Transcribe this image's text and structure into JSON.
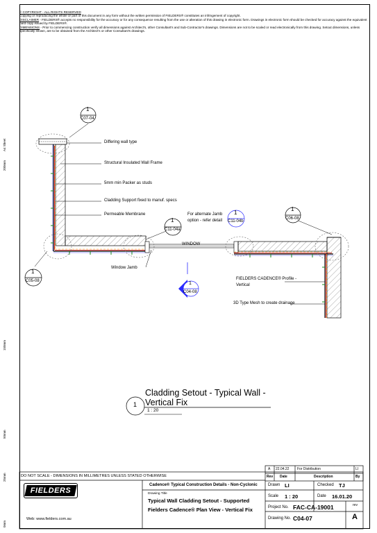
{
  "header": {
    "copyright_title": "© COPYRIGHT - ALL RIGHTS RESERVED",
    "copyright_text": "Copying or reproducing the whole or part of this document in any form without the written permission of FIELDERS® constitutes an infringement of copyright.",
    "disclaimer_title": "DISCLAIMER",
    "disclaimer_text": " - FIELDERS® accepts no responsibility for the accuracy or for any consequence resulting from the use or alteration of this drawing in electronic form.  Drawings in electronic form should be checked for accuracy against the equivalent hard copy issued by FIELDERS®.",
    "dimensions_title": "DIMENSIONS",
    "dimensions_text": " - Prior to commencing construction verify all dimensions against Architect's, other Consultant's and Sub-Contractor's drawings. Dimensions are not to be scaled or read electronically from this drawing. Setout dimensions, unless specifically shown, are to be obtained from the Architect's or other Consultant's drawings."
  },
  "ruler": {
    "sheet": "A4 Sheet",
    "m200": "200mm",
    "m150": "150mm",
    "m50": "50mm",
    "m25": "25mm",
    "m0": "0mm"
  },
  "callouts": {
    "c1": {
      "num": "1",
      "ref": "C07-04"
    },
    "c2": {
      "num": "1",
      "ref": "C11-04a"
    },
    "c3": {
      "num": "1",
      "ref": "C11-04b"
    },
    "c4": {
      "num": "1",
      "ref": "C06-08"
    },
    "c5": {
      "num": "1",
      "ref": "C05-08"
    },
    "c6": {
      "num": "1",
      "ref": "C04-08"
    }
  },
  "labels": {
    "differing": "Differing wall type",
    "siwf": "Structural Insulated Wall Frame",
    "packer": "5mm min Packer as studs",
    "cladding_support": "Cladding Support fixed to manuf. specs",
    "membrane": "Permeable Membrane",
    "alt_jamb_1": "For alternate Jamb",
    "alt_jamb_2": "option - refer detail",
    "window": "WINDOW",
    "window_jamb": "Window Jamb",
    "profile_1": "FIELDERS CADENCE® Profile -",
    "profile_2": "Vertical",
    "mesh": "3D Type Mesh to create drainage"
  },
  "title_block_drawing": {
    "num": "1",
    "title_line1": "Cladding Setout - Typical Wall -",
    "title_line2": "Vertical Fix",
    "scale": "1 : 20"
  },
  "title_block": {
    "do_not_scale": "DO NOT SCALE - DIMENSIONS IN MILLIMETRES UNLESS STATED OTHERWISE",
    "logo": "FIELDERS",
    "web": "Web: www.fielders.com.au",
    "series": "Cadence® Typical Construction Details - Non-Cyclonic",
    "drawing_title_label": "Drawing Title",
    "drawing_title_1": "Typical Wall Cladding Setout - Supported",
    "drawing_title_2": "Fielders Cadence® Plan View - Vertical Fix",
    "rev_row": {
      "rev": "A",
      "date": "22.04.22",
      "desc": "For Distribution",
      "by": "LI"
    },
    "rev_head": {
      "rev": "Rev",
      "date": "Date",
      "desc": "Description",
      "by": "By"
    },
    "drawn_label": "Drawn",
    "drawn": "LI",
    "checked_label": "Checked",
    "checked": "TJ",
    "scale_label": "Scale",
    "scale": "1 : 20",
    "date_label": "Date",
    "date": "16.01.20",
    "project_label": "Project No.",
    "project": "FAC-CA-19001",
    "rev_label": "rev",
    "drawing_label": "Drawing No.",
    "drawing": "C04-07",
    "rev": "A"
  }
}
